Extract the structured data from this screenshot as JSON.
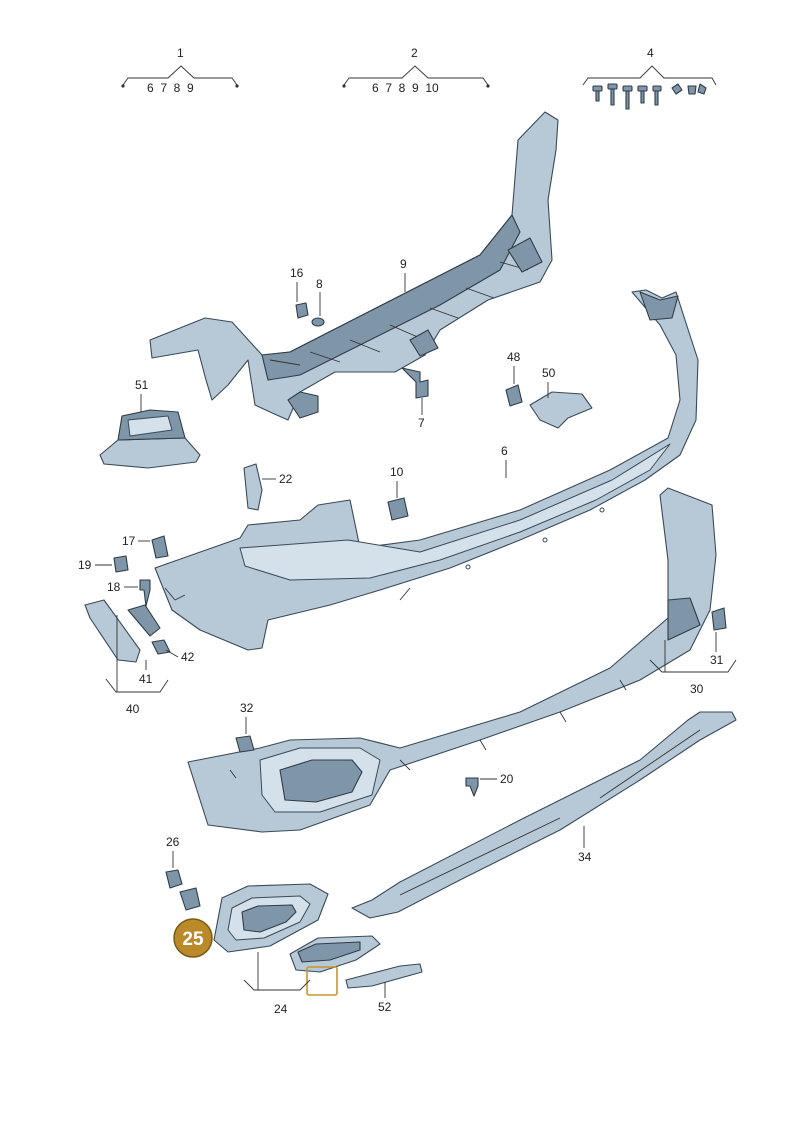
{
  "callouts": {
    "c1": "1",
    "c1_sub": "6  7  8  9",
    "c2": "2",
    "c2_sub": "6  7  8  9  10",
    "c4": "4",
    "c6": "6",
    "c7": "7",
    "c8": "8",
    "c9": "9",
    "c10": "10",
    "c16": "16",
    "c17": "17",
    "c18": "18",
    "c19": "19",
    "c20": "20",
    "c22": "22",
    "c24": "24",
    "c25": "25",
    "c26": "26",
    "c30": "30",
    "c31": "31",
    "c32": "32",
    "c34": "34",
    "c40": "40",
    "c41": "41",
    "c42": "42",
    "c48": "48",
    "c50": "50",
    "c51": "51",
    "c52": "52"
  },
  "colors": {
    "part_fill": "#b7c8d6",
    "part_stroke": "#3a4a58",
    "highlight": "#b9892a"
  }
}
